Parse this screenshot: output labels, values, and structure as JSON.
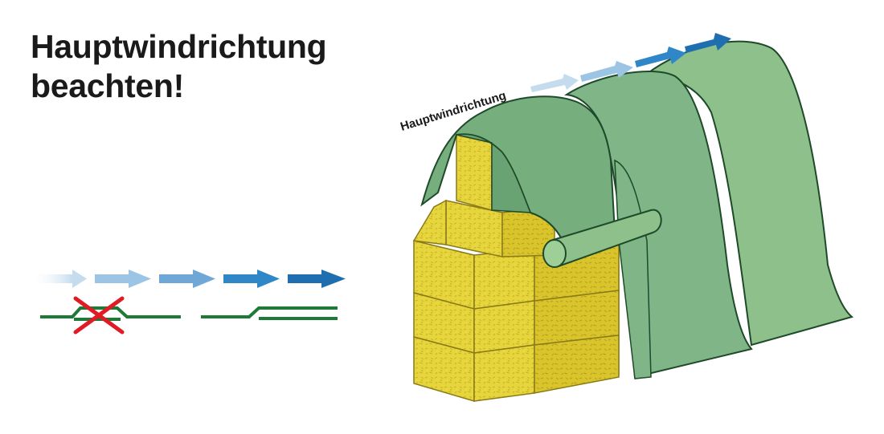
{
  "headline": {
    "line1": "Hauptwindrichtung",
    "line2": "beachten!"
  },
  "wind_label": "Hauptwindrichtung",
  "colors": {
    "cover_green": "#7fb587",
    "cover_outline": "#1f4a2a",
    "bale_yellow": "#e6d53c",
    "bale_outline": "#8a7a18",
    "arrow_light": "#c5dcee",
    "arrow_dark": "#1f6fb0",
    "overlap_line": "#1e7a36",
    "wrong_mark": "#e01b24"
  },
  "legend": {
    "wrong_overlap": "wrong-overlap-x-icon",
    "correct_overlap": "correct-overlap-icon"
  }
}
